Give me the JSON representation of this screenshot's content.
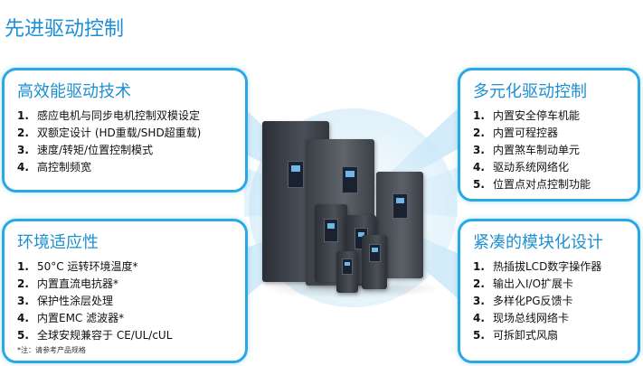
{
  "page_title": "先进驱动控制",
  "cards": {
    "top_left": {
      "title": "高效能驱动技术",
      "items": [
        {
          "num": "1.",
          "text": "感应电机与同步电机控制双模设定"
        },
        {
          "num": "2.",
          "text": "双额定设计 (HD重载/SHD超重载)"
        },
        {
          "num": "3.",
          "text": "速度/转矩/位置控制模式"
        },
        {
          "num": "4.",
          "text": "高控制频宽"
        }
      ]
    },
    "bottom_left": {
      "title": "环境适应性",
      "items": [
        {
          "num": "1.",
          "text": "50°C 运转环境温度*"
        },
        {
          "num": "2.",
          "text": "内置直流电抗器*"
        },
        {
          "num": "3.",
          "text": "保护性涂层处理"
        },
        {
          "num": "4.",
          "text": "内置EMC 滤波器*"
        },
        {
          "num": "5.",
          "text": "全球安规兼容于 CE/UL/cUL"
        }
      ],
      "note": "*注：请参考产品规格"
    },
    "top_right": {
      "title": "多元化驱动控制",
      "items": [
        {
          "num": "1.",
          "text": "内置安全停车机能"
        },
        {
          "num": "2.",
          "text": "内置可程控器"
        },
        {
          "num": "3.",
          "text": "内置煞车制动单元"
        },
        {
          "num": "4.",
          "text": "驱动系统网络化"
        },
        {
          "num": "5.",
          "text": "位置点对点控制功能"
        }
      ]
    },
    "bottom_right": {
      "title": "紧凑的模块化设计",
      "items": [
        {
          "num": "1.",
          "text": "热插拔LCD数字操作器"
        },
        {
          "num": "2.",
          "text": "输出入I/O扩展卡"
        },
        {
          "num": "3.",
          "text": "多样化PG反馈卡"
        },
        {
          "num": "4.",
          "text": "现场总线网络卡"
        },
        {
          "num": "5.",
          "text": "可拆卸式风扇"
        }
      ]
    }
  },
  "colors": {
    "accent": "#29a8e6",
    "title": "#1d8fd6",
    "ray": "#cfe9f8"
  }
}
